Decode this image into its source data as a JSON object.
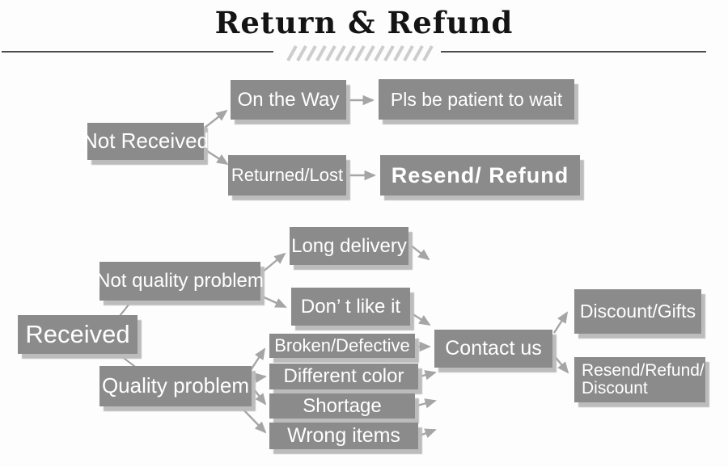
{
  "header": {
    "title": "Return & Refund"
  },
  "colors": {
    "background": "#fdfdfd",
    "box_fill": "#8b8b8b",
    "box_shadow": "#bcbcbc",
    "box_text": "#ffffff",
    "arrow": "#a5a5a5",
    "thin_line": "#9b9b9b",
    "rule_line": "#4c4c4c",
    "hatch": "#cdcdcd",
    "title_text": "#141414"
  },
  "flow": {
    "not_received": {
      "label": "Not Received"
    },
    "on_the_way": {
      "label": "On the Way"
    },
    "pls_wait": {
      "label": "Pls be patient to wait"
    },
    "returned_lost": {
      "label": "Returned/Lost"
    },
    "resend_refund": {
      "label": "Resend/ Refund"
    },
    "received": {
      "label": "Received"
    },
    "not_quality": {
      "label": "Not quality problem"
    },
    "long_delivery": {
      "label": "Long delivery"
    },
    "dont_like": {
      "label": "Don’ t like it"
    },
    "quality": {
      "label": "Quality problem"
    },
    "broken": {
      "label": "Broken/Defective"
    },
    "different_color": {
      "label": "Different color"
    },
    "shortage": {
      "label": "Shortage"
    },
    "wrong_items": {
      "label": "Wrong items"
    },
    "contact_us": {
      "label": "Contact us"
    },
    "discount_gifts": {
      "label": "Discount/Gifts"
    },
    "resend_refund_discount": {
      "lines": [
        "Resend/Refund/",
        "Discount"
      ]
    }
  }
}
